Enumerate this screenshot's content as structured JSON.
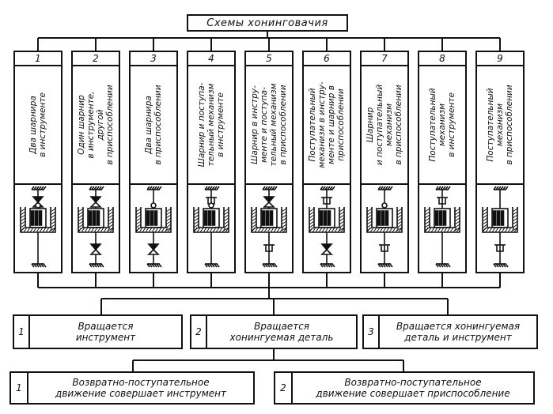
{
  "title": "Схемы хонинговачия",
  "schemes": [
    {
      "number": "1",
      "text": "Два шарнира\nв инструменте",
      "mechanism": "two-joints-tool-icon"
    },
    {
      "number": "2",
      "text": "Один шарнир\nв инструменте,\nдругой\nв приспособлении",
      "mechanism": "joint-tool-joint-fixture-icon"
    },
    {
      "number": "3",
      "text": "Два шарнира\nв приспособлении",
      "mechanism": "two-joints-fixture-icon"
    },
    {
      "number": "4",
      "text": "Шарнир и поступа-\nтельный механизм\nв инструменте",
      "mechanism": "joint-slide-tool-icon"
    },
    {
      "number": "5",
      "text": "Шарнир в инстру-\nменте и поступа-\nтельный механизм\nв приспособлении",
      "mechanism": "joint-tool-slide-fixture-icon"
    },
    {
      "number": "6",
      "text": "Поступательный\nмеханизм в инстру-\nменте и шарнир в\nприспособлении",
      "mechanism": "slide-tool-joint-fixture-icon"
    },
    {
      "number": "7",
      "text": "Шарнир\nи поступательный\nмеханизм\nв приспособлении",
      "mechanism": "joint-slide-fixture-icon"
    },
    {
      "number": "8",
      "text": "Поступательный\nмеханизм\nв инструменте",
      "mechanism": "slide-tool-icon"
    },
    {
      "number": "9",
      "text": "Поступательный\nмеханизм\nв приспособлении",
      "mechanism": "slide-fixture-icon"
    }
  ],
  "rotation_modes": [
    {
      "number": "1",
      "label": "Вращается\nинструмент"
    },
    {
      "number": "2",
      "label": "Вращается\nхонингуемая деталь"
    },
    {
      "number": "3",
      "label": "Вращается хонингуемая\nдеталь и инструмент"
    }
  ],
  "motion_modes": [
    {
      "number": "1",
      "label": "Возвратно-поступательное\nдвижение совершает инструмент"
    },
    {
      "number": "2",
      "label": "Возвратно-поступательное\nдвижение совершает приспособление"
    }
  ],
  "mechanism_codes": [
    [
      "J",
      "J",
      "-"
    ],
    [
      "J",
      "-",
      "J"
    ],
    [
      "-",
      "J",
      "J"
    ],
    [
      "S",
      "J",
      "-"
    ],
    [
      "J",
      "-",
      "S"
    ],
    [
      "S",
      "-",
      "J"
    ],
    [
      "-",
      "J",
      "S"
    ],
    [
      "S",
      "-",
      "-"
    ],
    [
      "-",
      "-",
      "S"
    ]
  ]
}
